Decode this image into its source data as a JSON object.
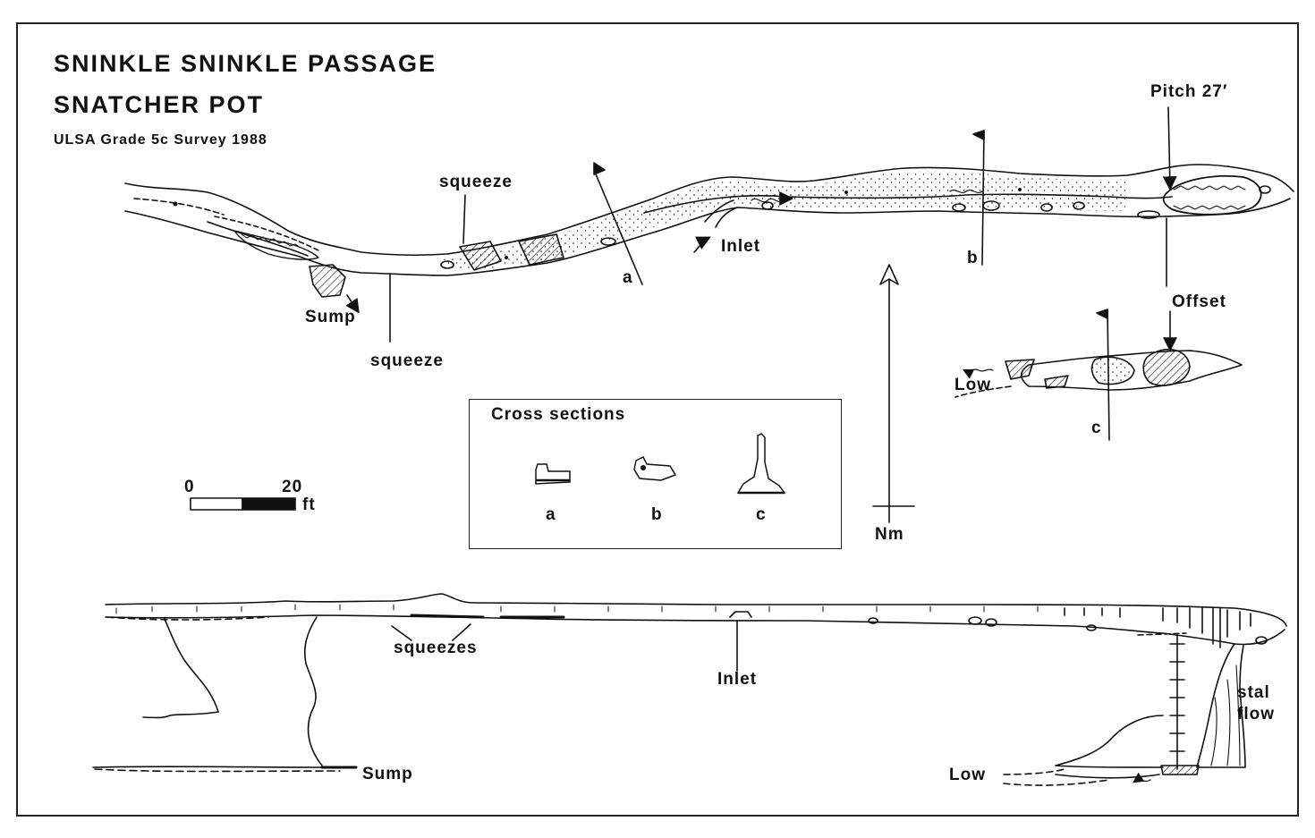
{
  "header": {
    "title_line1": "SNINKLE  SNINKLE  PASSAGE",
    "title_line2": "SNATCHER  POT",
    "subtitle": "ULSA  Grade 5c  Survey 1988"
  },
  "plan_labels": {
    "squeeze_upper": "squeeze",
    "squeeze_lower": "squeeze",
    "sump": "Sump",
    "inlet": "Inlet",
    "section_a": "a",
    "section_b": "b",
    "section_c": "c",
    "pitch": "Pitch 27′",
    "offset": "Offset",
    "low": "Low"
  },
  "north": {
    "label": "Nm"
  },
  "scale_bar": {
    "start": "0",
    "end": "20",
    "unit": "ft",
    "length_ft": 20
  },
  "cross_sections": {
    "title": "Cross   sections",
    "labels": [
      "a",
      "b",
      "c"
    ]
  },
  "elevation_labels": {
    "squeezes": "squeezes",
    "inlet": "Inlet",
    "sump": "Sump",
    "low": "Low",
    "stal_line1": "stal",
    "stal_line2": "flow"
  },
  "colors": {
    "ink": "#111111",
    "paper": "#ffffff"
  }
}
